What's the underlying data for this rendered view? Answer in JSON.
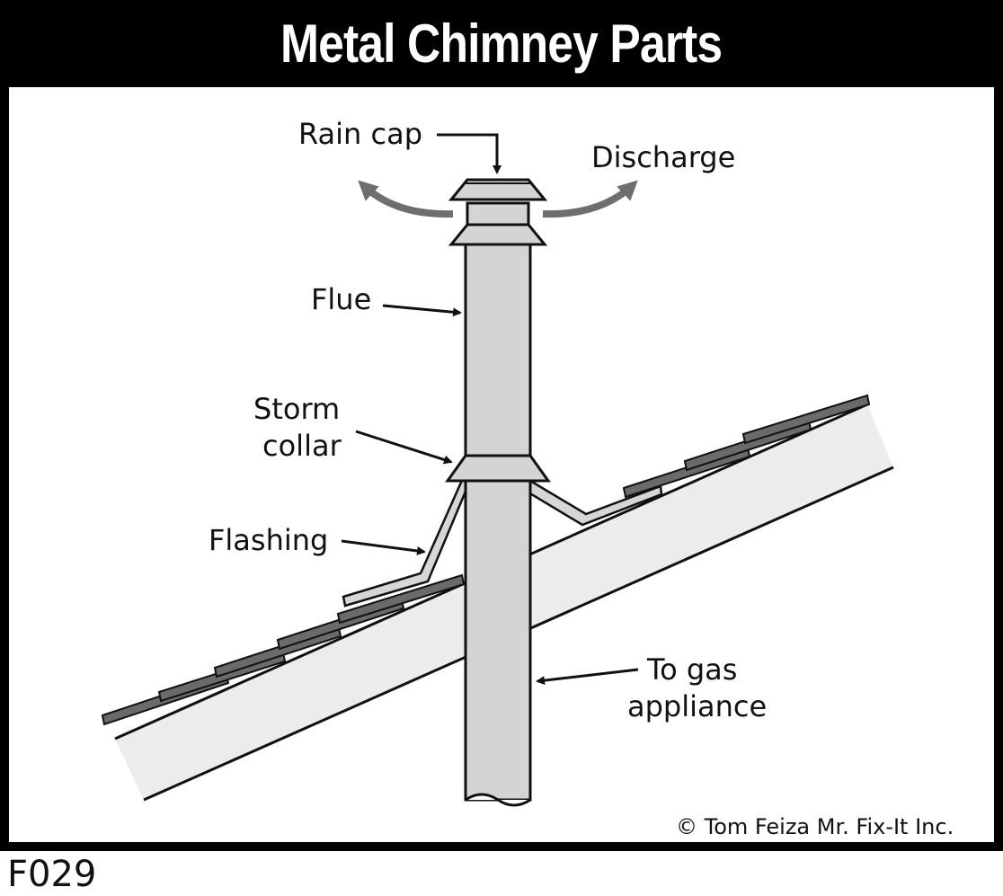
{
  "title": "Metal Chimney Parts",
  "labels": {
    "rain_cap": "Rain cap",
    "discharge": "Discharge",
    "flue": "Flue",
    "storm": "Storm",
    "collar": "collar",
    "flashing": "Flashing",
    "to_gas": "To gas",
    "appliance": "appliance"
  },
  "copyright": "© Tom Feiza Mr. Fix-It Inc.",
  "figure_code": "F029",
  "colors": {
    "pipe": "#d4d4d4",
    "roof": "#ececec",
    "shingle": "#6a6a6a",
    "arrow_gray": "#6e6e6e"
  }
}
